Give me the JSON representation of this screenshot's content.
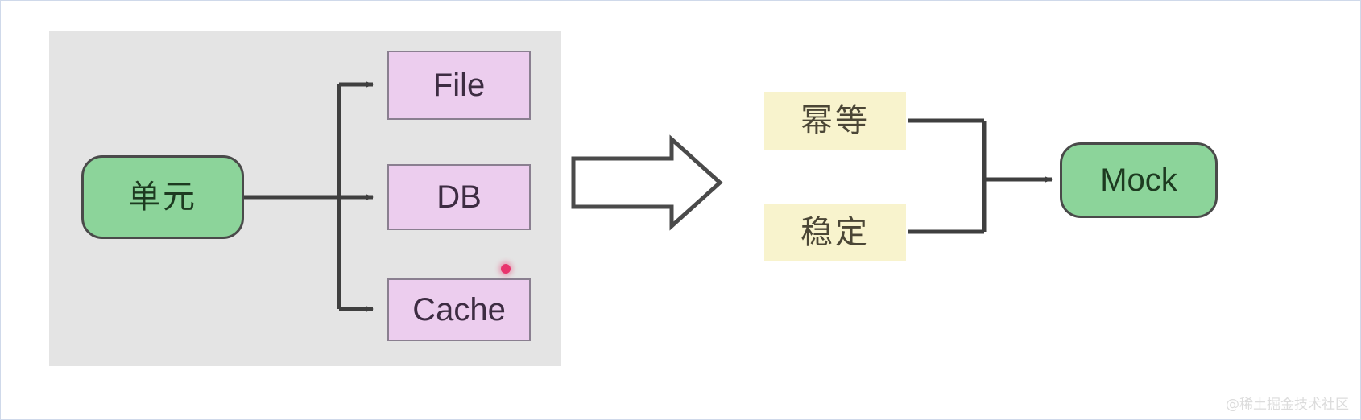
{
  "diagram": {
    "title": "Unit test isolation to mock diagram",
    "watermark": "@稀土掘金技术社区",
    "colors": {
      "panel_bg": "#e4e4e4",
      "green_fill": "#8cd49a",
      "green_stroke": "#4a4a4a",
      "purple_fill": "#eccdee",
      "purple_stroke": "#8a7f90",
      "yellow_fill": "#f8f3cd",
      "line": "#3f3f3f",
      "marker_red": "#e8356d",
      "canvas_border": "#cfd9ea"
    },
    "left_group": {
      "source": {
        "label": "单元",
        "shape": "rounded-rect",
        "fill": "green"
      },
      "targets": [
        {
          "label": "File",
          "shape": "rect",
          "fill": "purple"
        },
        {
          "label": "DB",
          "shape": "rect",
          "fill": "purple"
        },
        {
          "label": "Cache",
          "shape": "rect",
          "fill": "purple"
        }
      ],
      "marker": {
        "name": "red-dot-marker",
        "on": "Cache"
      }
    },
    "transform_arrow": {
      "name": "block-arrow-right",
      "style": "outlined-white"
    },
    "right_group": {
      "qualities": [
        {
          "label": "幂等",
          "fill": "yellow"
        },
        {
          "label": "稳定",
          "fill": "yellow"
        }
      ],
      "result": {
        "label": "Mock",
        "shape": "rounded-rect",
        "fill": "green"
      }
    }
  }
}
